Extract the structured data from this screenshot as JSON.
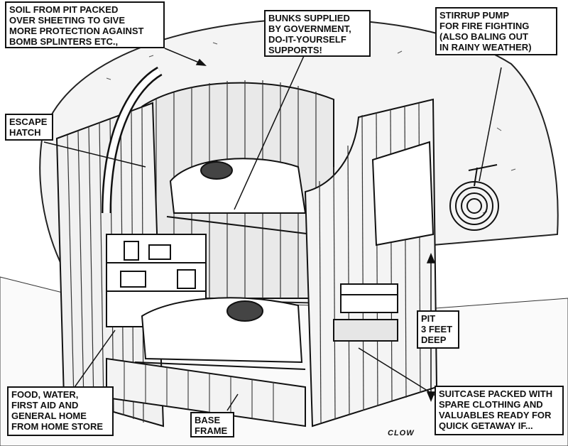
{
  "labels": {
    "soil": "SOIL FROM PIT PACKED\nOVER SHEETING TO GIVE\nMORE PROTECTION AGAINST\nBOMB SPLINTERS ETC.,",
    "bunks": "BUNKS SUPPLIED\nBY GOVERNMENT,\nDO-IT-YOURSELF\nSUPPORTS!",
    "pump": "STIRRUP PUMP\nFOR FIRE FIGHTING\n(ALSO BALING OUT\nIN RAINY WEATHER)",
    "hatch": "ESCAPE\nHATCH",
    "pit": "PIT\n3 FEET\nDEEP",
    "food": "FOOD, WATER,\nFIRST AID AND\nGENERAL HOME\nFROM HOME STORE",
    "base": "BASE\nFRAME",
    "suitcase": "SUITCASE PACKED WITH\nSPARE CLOTHING AND\nVALUABLES READY FOR\nQUICK GETAWAY IF..."
  },
  "signature": "CLOW"
}
